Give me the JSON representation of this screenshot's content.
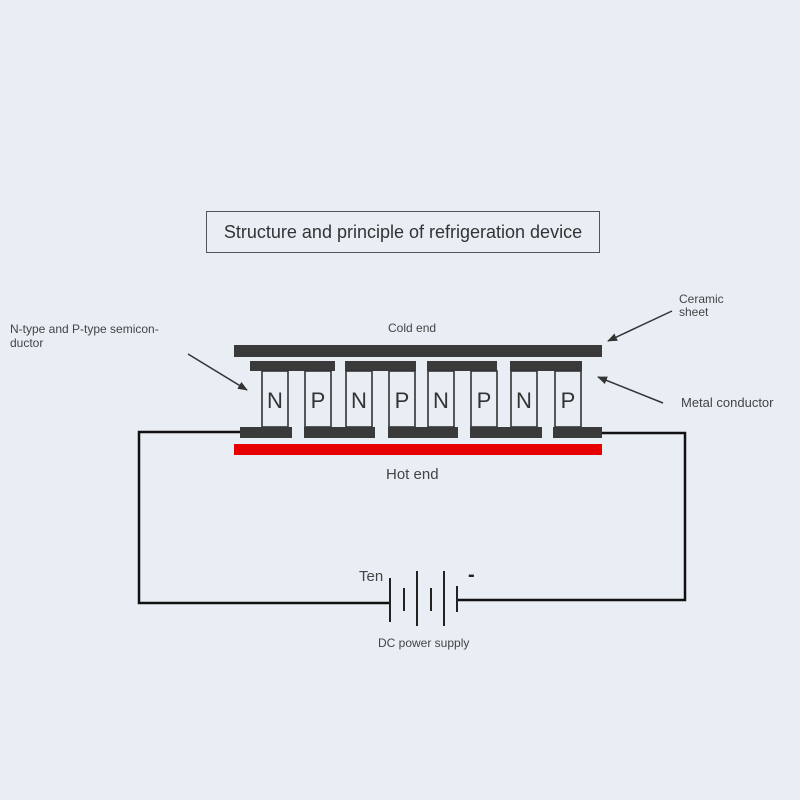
{
  "title": "Structure and principle of refrigeration device",
  "labels": {
    "cold_end": "Cold end",
    "hot_end": "Hot end",
    "ceramic_sheet_line1": "Ceramic",
    "ceramic_sheet_line2": "sheet",
    "semiconductor_line1": "N-type and P-type semicon-",
    "semiconductor_line2": "ductor",
    "metal_conductor": "Metal conductor",
    "dc_power_supply": "DC power supply",
    "positive_terminal": "Ten",
    "negative_terminal": "-"
  },
  "elements": [
    "N",
    "P",
    "N",
    "P",
    "N",
    "P",
    "N",
    "P"
  ],
  "colors": {
    "background": "#e8eef4",
    "ceramic": "#3a3a3a",
    "hot_plate": "#e60000",
    "pellet_fill": "#e8eef4",
    "wire": "#111111"
  }
}
